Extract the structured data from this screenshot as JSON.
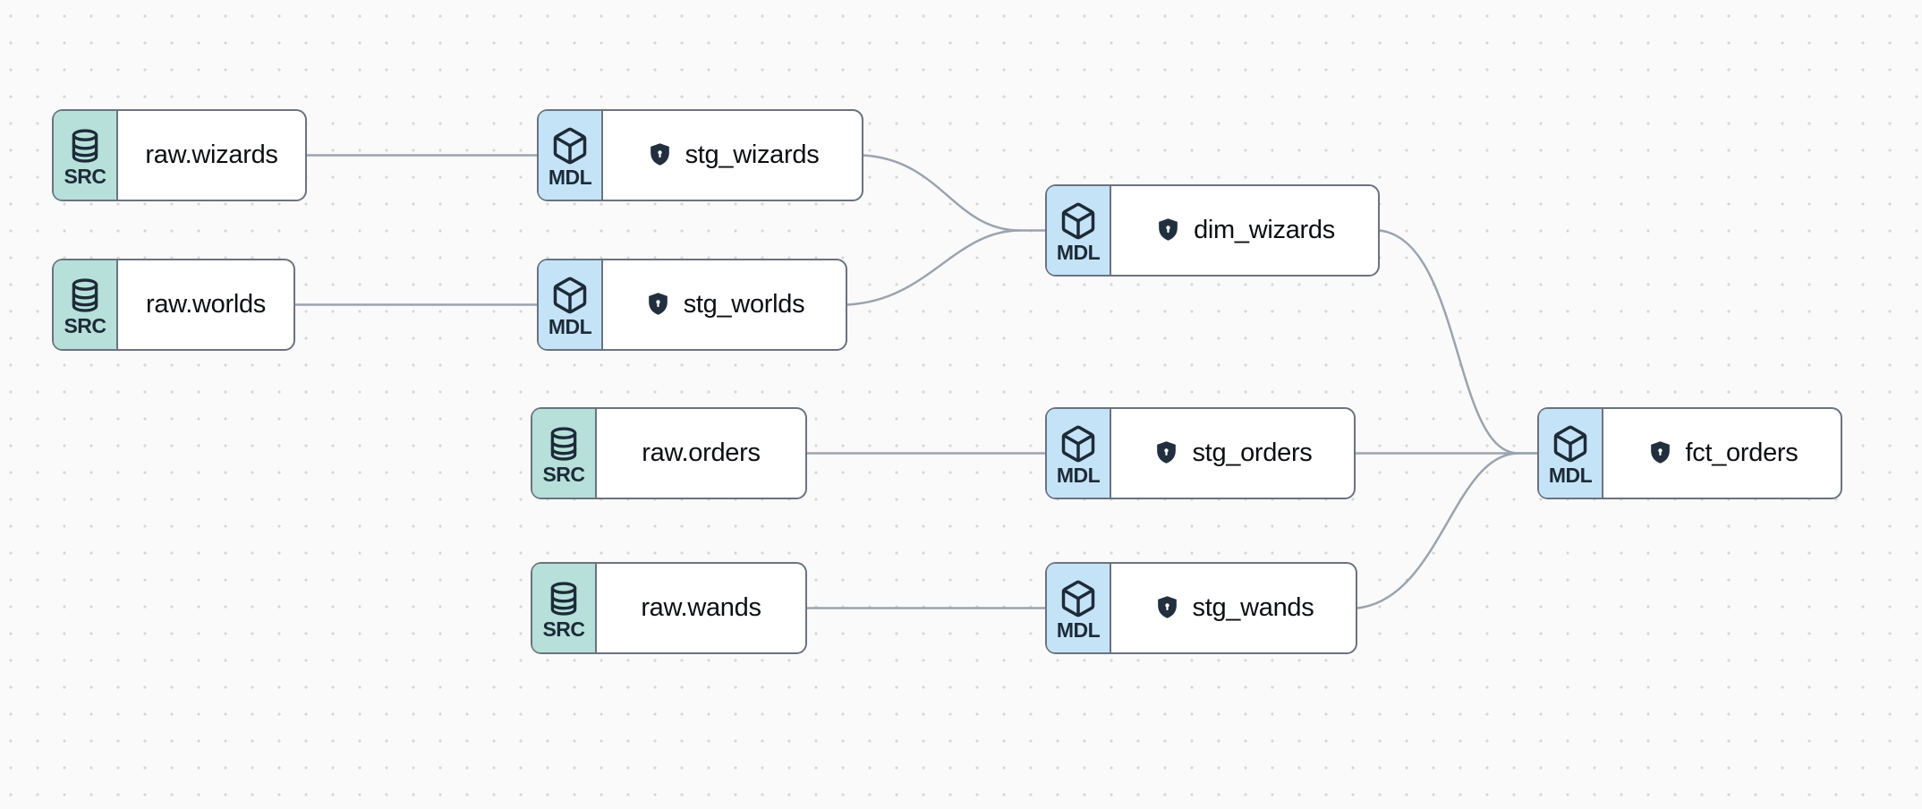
{
  "diagram": {
    "kind": "data-lineage-dag",
    "colors": {
      "canvas_bg": "#fafafa",
      "grid_dot": "#d7d7da",
      "node_border": "#6b7280",
      "edge": "#9ca3af",
      "source_badge_bg": "#b6e0d9",
      "model_badge_bg": "#c5e3f7",
      "badge_fg": "#1d2b39",
      "label_fg": "#0c0e12"
    }
  },
  "nodes": [
    {
      "id": "raw.wizards",
      "label": "raw.wizards",
      "badge": "SRC",
      "type": "source",
      "icon": "database-icon",
      "shield": false
    },
    {
      "id": "stg_wizards",
      "label": "stg_wizards",
      "badge": "MDL",
      "type": "model",
      "icon": "cube-icon",
      "shield": true
    },
    {
      "id": "raw.worlds",
      "label": "raw.worlds",
      "badge": "SRC",
      "type": "source",
      "icon": "database-icon",
      "shield": false
    },
    {
      "id": "stg_worlds",
      "label": "stg_worlds",
      "badge": "MDL",
      "type": "model",
      "icon": "cube-icon",
      "shield": true
    },
    {
      "id": "dim_wizards",
      "label": "dim_wizards",
      "badge": "MDL",
      "type": "model",
      "icon": "cube-icon",
      "shield": true
    },
    {
      "id": "raw.orders",
      "label": "raw.orders",
      "badge": "SRC",
      "type": "source",
      "icon": "database-icon",
      "shield": false
    },
    {
      "id": "stg_orders",
      "label": "stg_orders",
      "badge": "MDL",
      "type": "model",
      "icon": "cube-icon",
      "shield": true
    },
    {
      "id": "raw.wands",
      "label": "raw.wands",
      "badge": "SRC",
      "type": "source",
      "icon": "database-icon",
      "shield": false
    },
    {
      "id": "stg_wands",
      "label": "stg_wands",
      "badge": "MDL",
      "type": "model",
      "icon": "cube-icon",
      "shield": true
    },
    {
      "id": "fct_orders",
      "label": "fct_orders",
      "badge": "MDL",
      "type": "model",
      "icon": "cube-icon",
      "shield": true
    }
  ],
  "edges": [
    {
      "source": "raw.wizards",
      "target": "stg_wizards"
    },
    {
      "source": "raw.worlds",
      "target": "stg_worlds"
    },
    {
      "source": "stg_wizards",
      "target": "dim_wizards"
    },
    {
      "source": "stg_worlds",
      "target": "dim_wizards"
    },
    {
      "source": "raw.orders",
      "target": "stg_orders"
    },
    {
      "source": "raw.wands",
      "target": "stg_wands"
    },
    {
      "source": "dim_wizards",
      "target": "fct_orders"
    },
    {
      "source": "stg_orders",
      "target": "fct_orders"
    },
    {
      "source": "stg_wands",
      "target": "fct_orders"
    }
  ]
}
